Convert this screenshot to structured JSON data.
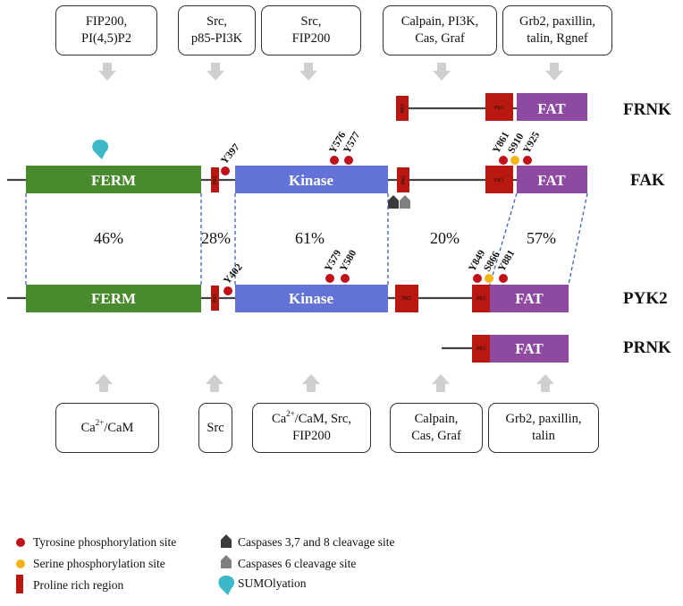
{
  "top_boxes": [
    {
      "text": "FIP200,\nPI(4,5)P2"
    },
    {
      "text": "Src,\np85-PI3K"
    },
    {
      "text": "Src,\nFIP200"
    },
    {
      "text": "Calpain, PI3K,\nCas, Graf"
    },
    {
      "text": "Grb2, paxillin,\ntalin, Rgnef"
    }
  ],
  "bottom_boxes": [
    {
      "pre": "Ca",
      "sup": "2+",
      "post": "/CaM"
    },
    {
      "text": "Src"
    },
    {
      "pre": "Ca",
      "sup": "2+",
      "post": "/CaM, Src,",
      "line2": "FIP200"
    },
    {
      "text": "Calpain,\nCas, Graf"
    },
    {
      "text": "Grb2, paxillin,\ntalin"
    }
  ],
  "proteins": {
    "frnk": "FRNK",
    "fak": "FAK",
    "pyk2": "PYK2",
    "prnk": "PRNK"
  },
  "domains": {
    "ferm": "FERM",
    "kinase": "Kinase",
    "fat": "FAT"
  },
  "proline_regions": {
    "pr1": "PR1",
    "pr2": "PR2",
    "pr3": "PR3"
  },
  "homology": [
    "46%",
    "28%",
    "61%",
    "20%",
    "57%"
  ],
  "fak_sites": {
    "y397": "Y397",
    "y576": "Y576",
    "y577": "Y577",
    "y861": "Y861",
    "s910": "S910",
    "y925": "Y925"
  },
  "pyk2_sites": {
    "y402": "Y402",
    "y579": "Y579",
    "y580": "Y580",
    "y849": "Y849",
    "s866": "S866",
    "y881": "Y881"
  },
  "legend": {
    "tyrosine": "Tyrosine phosphorylation site",
    "serine": "Serine phosphorylation site",
    "proline": "Proline rich region",
    "caspase378": "Caspases 3,7 and 8 cleavage site",
    "caspase6": "Caspases 6 cleavage site",
    "sumo": "SUMOlyation"
  },
  "colors": {
    "ferm": "#4a8a2e",
    "kinase": "#6272d6",
    "fat": "#8e4aa0",
    "proline": "#b8180f",
    "tyrosine": "#c0101a",
    "serine": "#f2b418",
    "sumo": "#3cb8c8",
    "arrow": "#cfcfcf"
  }
}
